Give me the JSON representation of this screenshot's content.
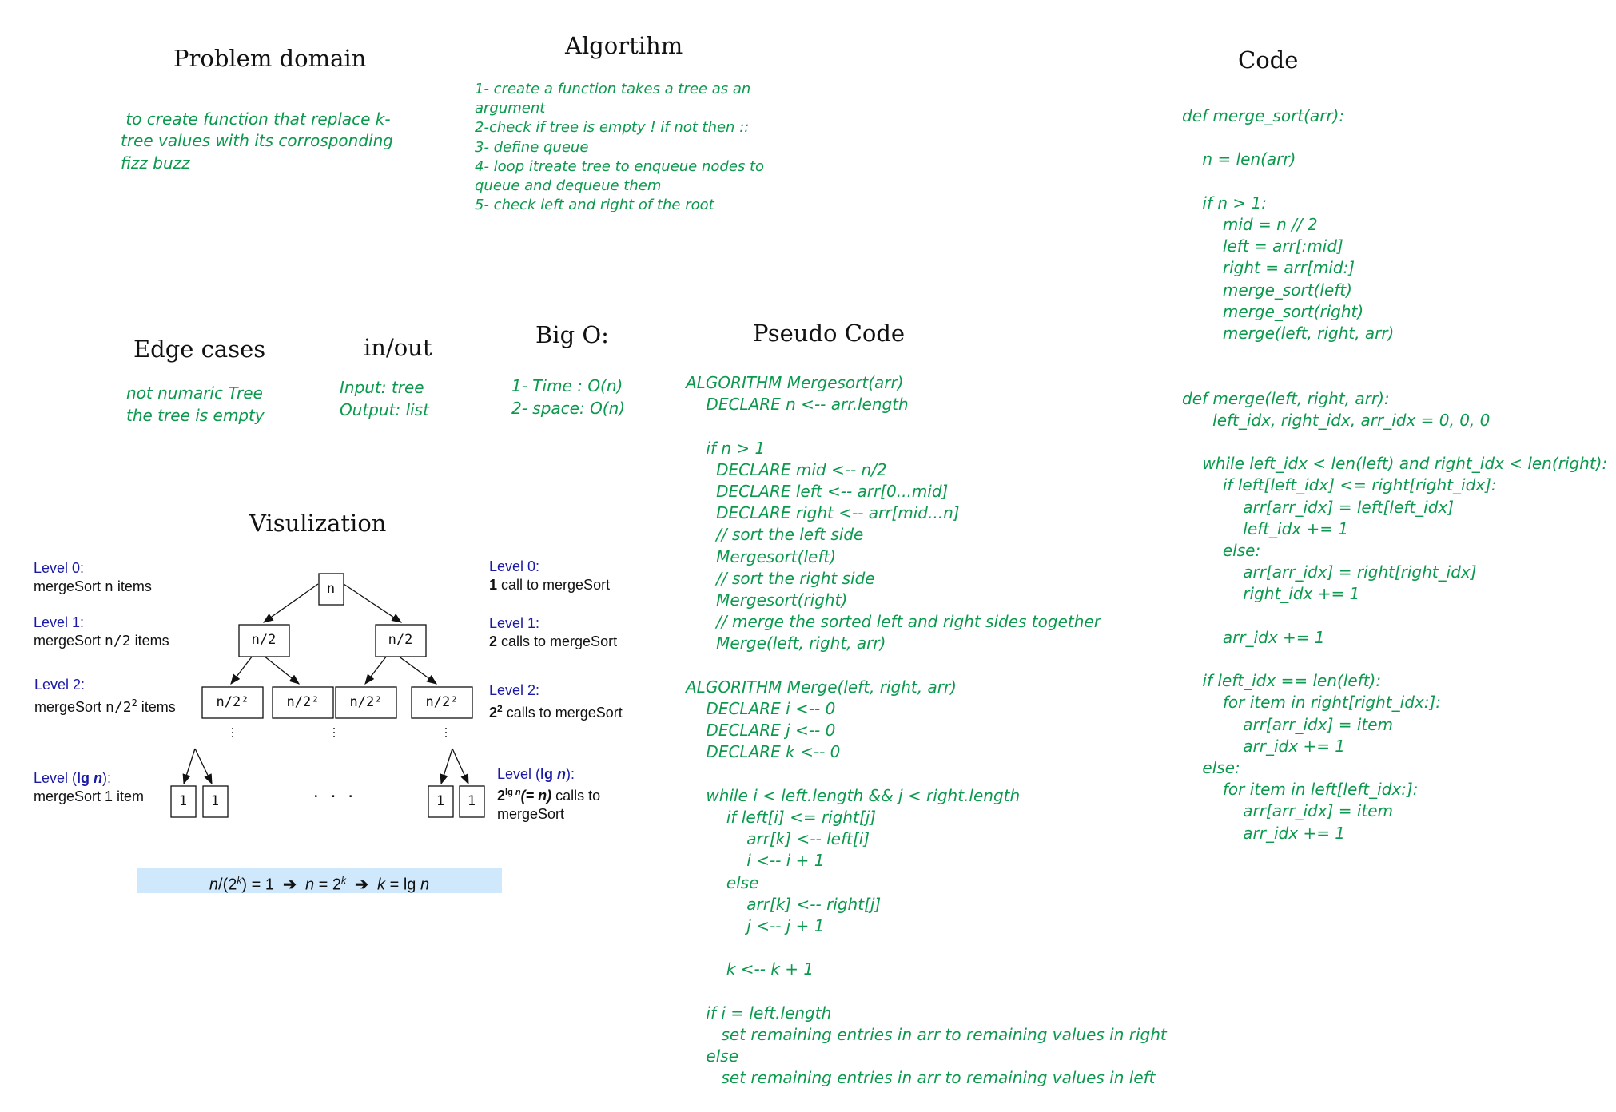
{
  "titles": {
    "problem": "Problem domain",
    "algorithm": "Algortihm",
    "code": "Code",
    "edge": "Edge cases",
    "inout": "in/out",
    "bigo": "Big O:",
    "pseudo": "Pseudo Code",
    "viz": "Visulization"
  },
  "problem_text": [
    " to create function that replace k-",
    "tree values with its corrosponding",
    "fizz buzz"
  ],
  "algorithm_lines": [
    "1- create a function takes a tree as an",
    "argument",
    "2-check if tree is empty ! if not then ::",
    "3- define queue",
    "4- loop itreate tree to enqueue nodes to",
    "queue and dequeue them",
    "5- check left and right of the root"
  ],
  "edge_lines": [
    "not numaric Tree",
    "the tree is empty"
  ],
  "inout_lines": [
    "Input: tree",
    "Output: list"
  ],
  "bigo_lines": [
    "1- Time : O(n)",
    "2- space: O(n)"
  ],
  "pseudo_lines": [
    "ALGORITHM Mergesort(arr)",
    "    DECLARE n <-- arr.length",
    "",
    "    if n > 1",
    "      DECLARE mid <-- n/2",
    "      DECLARE left <-- arr[0...mid]",
    "      DECLARE right <-- arr[mid...n]",
    "      // sort the left side",
    "      Mergesort(left)",
    "      // sort the right side",
    "      Mergesort(right)",
    "      // merge the sorted left and right sides together",
    "      Merge(left, right, arr)",
    "",
    "ALGORITHM Merge(left, right, arr)",
    "    DECLARE i <-- 0",
    "    DECLARE j <-- 0",
    "    DECLARE k <-- 0",
    "",
    "    while i < left.length && j < right.length",
    "        if left[i] <= right[j]",
    "            arr[k] <-- left[i]",
    "            i <-- i + 1",
    "        else",
    "            arr[k] <-- right[j]",
    "            j <-- j + 1",
    "",
    "        k <-- k + 1",
    "",
    "    if i = left.length",
    "       set remaining entries in arr to remaining values in right",
    "    else",
    "       set remaining entries in arr to remaining values in left"
  ],
  "code_lines": [
    "def merge_sort(arr):",
    "",
    "    n = len(arr)",
    "",
    "    if n > 1:",
    "        mid = n // 2",
    "        left = arr[:mid]",
    "        right = arr[mid:]",
    "        merge_sort(left)",
    "        merge_sort(right)",
    "        merge(left, right, arr)",
    "",
    "",
    "def merge(left, right, arr):",
    "      left_idx, right_idx, arr_idx = 0, 0, 0",
    "",
    "    while left_idx < len(left) and right_idx < len(right):",
    "        if left[left_idx] <= right[right_idx]:",
    "            arr[arr_idx] = left[left_idx]",
    "            left_idx += 1",
    "        else:",
    "            arr[arr_idx] = right[right_idx]",
    "            right_idx += 1",
    "",
    "        arr_idx += 1",
    "",
    "    if left_idx == len(left):",
    "        for item in right[right_idx:]:",
    "            arr[arr_idx] = item",
    "            arr_idx += 1",
    "    else:",
    "        for item in left[left_idx:]:",
    "            arr[arr_idx] = item",
    "            arr_idx += 1"
  ],
  "viz": {
    "left": {
      "l0_label": "Level 0:",
      "l0_pre": "mergeSort ",
      "l0_code": "n",
      "l0_post": " items",
      "l1_label": "Level 1:",
      "l1_pre": "mergeSort ",
      "l1_code": "n/2",
      "l1_post": " items",
      "l2_label": "Level 2:",
      "l2_pre": "mergeSort ",
      "l2_code": "n/2",
      "l2_sup": "2",
      "l2_post": " items",
      "ln_label_pre": "Level (",
      "ln_lg": "lg ",
      "ln_n": "n",
      "ln_label_post": "):",
      "ln_text": "mergeSort 1 item"
    },
    "right": {
      "l0_label": "Level 0:",
      "l0_bold": "1",
      "l0_text": " call to mergeSort",
      "l1_label": "Level 1:",
      "l1_bold": "2",
      "l1_text": " calls to mergeSort",
      "l2_label": "Level 2:",
      "l2_bold": "2",
      "l2_sup": "2",
      "l2_text": " calls to mergeSort",
      "ln_label_pre": "Level (",
      "ln_lg": "lg ",
      "ln_n": "n",
      "ln_label_post": "):",
      "ln_base": "2",
      "ln_sup_lg": "lg ",
      "ln_sup_n": "n",
      "ln_paren": "(= n)",
      "ln_text": " calls to",
      "ln_text2": "mergeSort"
    },
    "tree": {
      "root": "n",
      "level1": [
        "n/2",
        "n/2"
      ],
      "level2": [
        "n/2²",
        "n/2²",
        "n/2²",
        "n/2²"
      ],
      "leaf": "1",
      "vdots": "⋮",
      "hdots": "· · ·"
    },
    "formula": {
      "a": "n",
      "b": "/(2",
      "c": "k",
      "d": ") = 1  ",
      "arrow": "➔",
      "e": "  ",
      "f": "n",
      "g": " = 2",
      "h": "k",
      "i": "  ",
      "j": "k",
      "k": " = lg ",
      "l": "n"
    }
  },
  "colors": {
    "green": "#0b9a4d",
    "blue": "#1a1aa6",
    "formula_bg": "#cfe8fb"
  }
}
